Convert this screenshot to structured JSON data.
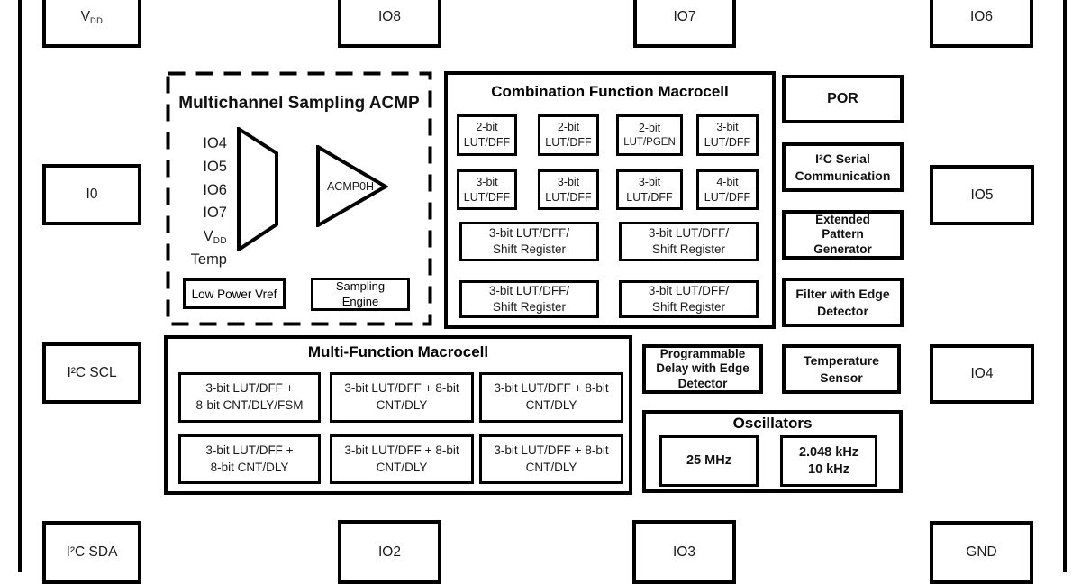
{
  "colors": {
    "ink": "#000000",
    "bg": "#ffffff"
  },
  "pins": {
    "vdd": {
      "main": "V",
      "sub": "DD"
    },
    "io8": "IO8",
    "io7": "IO7",
    "io6": "IO6",
    "i0": "I0",
    "io5": "IO5",
    "i2c_scl": "I²C SCL",
    "io4": "IO4",
    "i2c_sda": "I²C SDA",
    "io2": "IO2",
    "io3": "IO3",
    "gnd": "GND"
  },
  "acmp": {
    "title": "Multichannel Sampling ACMP",
    "inputs": [
      {
        "main": "IO4",
        "sub": ""
      },
      {
        "main": "IO5",
        "sub": ""
      },
      {
        "main": "IO6",
        "sub": ""
      },
      {
        "main": "IO7",
        "sub": ""
      },
      {
        "main": "V",
        "sub": "DD"
      },
      {
        "main": "Temp",
        "sub": ""
      }
    ],
    "comparator_label": "ACMP0H",
    "low_power_vref": "Low Power Vref",
    "sampling_engine": {
      "line1": "Sampling",
      "line2": "Engine"
    }
  },
  "combination": {
    "title": "Combination Function Macrocell",
    "cells": [
      {
        "line1": "2-bit",
        "line2": "LUT/DFF"
      },
      {
        "line1": "2-bit",
        "line2": "LUT/DFF"
      },
      {
        "line1": "2-bit",
        "line2": "LUT/PGEN"
      },
      {
        "line1": "3-bit",
        "line2": "LUT/DFF"
      },
      {
        "line1": "3-bit",
        "line2": "LUT/DFF"
      },
      {
        "line1": "3-bit",
        "line2": "LUT/DFF"
      },
      {
        "line1": "3-bit",
        "line2": "LUT/DFF"
      },
      {
        "line1": "4-bit",
        "line2": "LUT/DFF"
      }
    ],
    "wide_cells": [
      {
        "line1": "3-bit LUT/DFF/",
        "line2": "Shift Register"
      },
      {
        "line1": "3-bit LUT/DFF/",
        "line2": "Shift Register"
      },
      {
        "line1": "3-bit LUT/DFF/",
        "line2": "Shift Register"
      },
      {
        "line1": "3-bit LUT/DFF/",
        "line2": "Shift Register"
      }
    ]
  },
  "multifunction": {
    "title": "Multi-Function Macrocell",
    "cells": [
      {
        "line1": "3-bit LUT/DFF +",
        "line2": "8-bit CNT/DLY/FSM"
      },
      {
        "line1": "3-bit LUT/DFF + 8-bit",
        "line2": "CNT/DLY"
      },
      {
        "line1": "3-bit LUT/DFF + 8-bit",
        "line2": "CNT/DLY"
      },
      {
        "line1": "3-bit LUT/DFF +",
        "line2": "8-bit CNT/DLY"
      },
      {
        "line1": "3-bit LUT/DFF + 8-bit",
        "line2": "CNT/DLY"
      },
      {
        "line1": "3-bit LUT/DFF + 8-bit",
        "line2": "CNT/DLY"
      }
    ]
  },
  "right_column": {
    "por": "POR",
    "i2c_serial": {
      "line1": "I²C Serial",
      "line2": "Communication"
    },
    "epg": {
      "line1": "Extended",
      "line2": "Pattern",
      "line3": "Generator"
    },
    "filter": {
      "line1": "Filter with Edge",
      "line2": "Detector"
    },
    "temp_sensor": {
      "line1": "Temperature",
      "line2": "Sensor"
    }
  },
  "prog_delay": {
    "line1": "Programmable",
    "line2": "Delay with Edge",
    "line3": "Detector"
  },
  "oscillators": {
    "title": "Oscillators",
    "osc1": "25 MHz",
    "osc2": {
      "line1": "2.048 kHz",
      "line2": "10 kHz"
    }
  }
}
